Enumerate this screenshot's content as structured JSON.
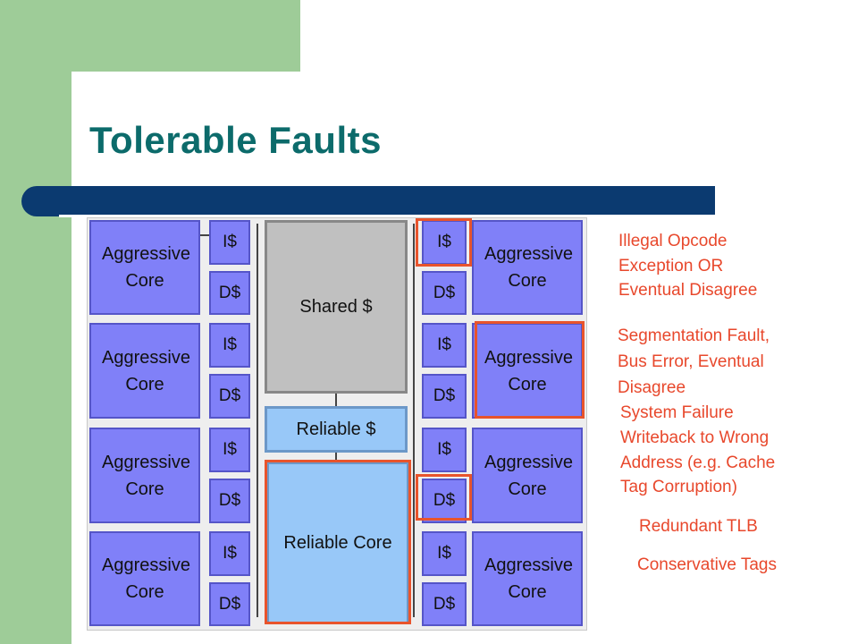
{
  "slide": {
    "title": "Tolerable Faults"
  },
  "colors": {
    "accent_green": "#9ecc98",
    "title_teal": "#0c6b6b",
    "title_bar_navy": "#0b3a70",
    "core_blue": "#8080f8",
    "reliable_lightblue": "#98c8f8",
    "shared_gray": "#c0c0c0",
    "highlight_red": "#e8542c",
    "annotation_red": "#e8482c"
  },
  "diagram": {
    "left_cores": [
      "Aggressive Core",
      "Aggressive Core",
      "Aggressive Core",
      "Aggressive Core"
    ],
    "right_cores": [
      "Aggressive Core",
      "Aggressive Core",
      "Aggressive Core",
      "Aggressive Core"
    ],
    "icache_label": "I$",
    "dcache_label": "D$",
    "shared_cache": "Shared $",
    "reliable_cache": "Reliable $",
    "reliable_core": "Reliable Core"
  },
  "annotations": {
    "illegal_opcode": [
      "Illegal Opcode",
      "Exception OR",
      "Eventual Disagree"
    ],
    "segfault": [
      "Segmentation Fault,",
      "Bus Error, Eventual",
      "Disagree"
    ],
    "system_failure": [
      "System Failure"
    ],
    "writeback": [
      "Writeback to Wrong",
      "Address (e.g. Cache",
      "Tag Corruption)"
    ],
    "redundant_tlb": [
      "Redundant TLB"
    ],
    "conservative_tags": [
      "Conservative Tags"
    ]
  }
}
